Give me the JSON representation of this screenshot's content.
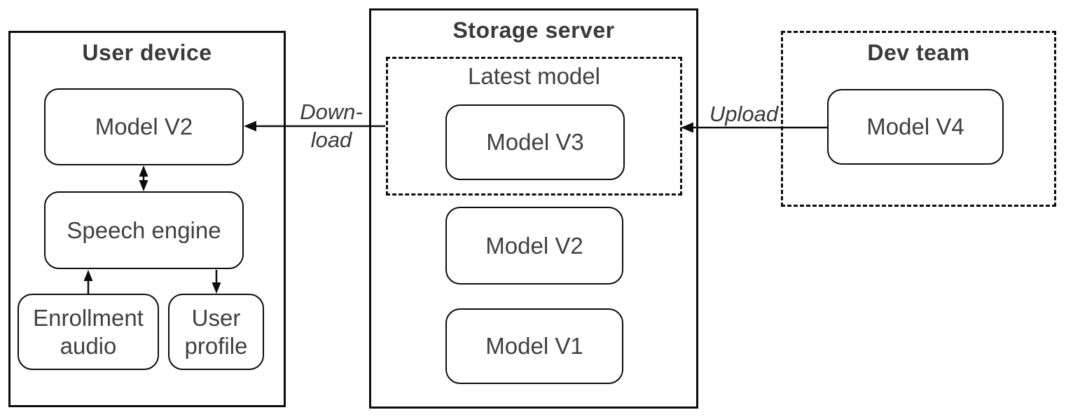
{
  "canvas": {
    "background": "#ffffff",
    "line_color": "#0d0d0d",
    "text_color": "#404040",
    "title_color": "#3a3a3a"
  },
  "user_device": {
    "title": "User device",
    "model_v2": "Model V2",
    "speech_engine": "Speech engine",
    "enrollment_audio": "Enrollment audio",
    "user_profile": "User profile"
  },
  "storage_server": {
    "title": "Storage server",
    "latest_model_label": "Latest model",
    "model_v3": "Model V3",
    "model_v2": "Model V2",
    "model_v1": "Model V1"
  },
  "dev_team": {
    "title": "Dev team",
    "model_v4": "Model V4"
  },
  "edges": {
    "download_line1": "Down-",
    "download_line2": "load",
    "upload": "Upload"
  }
}
